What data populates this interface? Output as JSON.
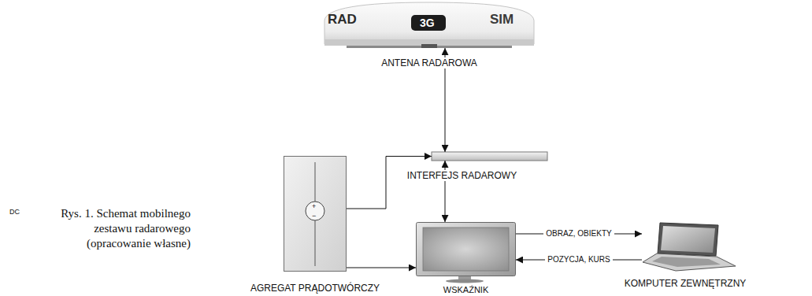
{
  "diagram": {
    "caption": "Rys. 1. Schemat mobilnego zestawu radarowego (opracowanie własne)",
    "nodes": [
      {
        "text": [
          "ANTENA RADAROWA"
        ]
      },
      {
        "text": [
          "INTERFEJS RADAROWY"
        ]
      },
      {
        "text": [
          "DC",
          "AGREGAT PRĄDOTWÓRCZY"
        ]
      },
      {
        "text": [
          "WSKAŹNIK"
        ]
      },
      {
        "text": [
          "KOMPUTER ZEWNĘTRZNY"
        ]
      }
    ],
    "edges": [
      {
        "from": 0,
        "to": 1,
        "arrow": "both"
      },
      {
        "from": 1,
        "to": 3,
        "arrow": "both"
      },
      {
        "from": 2,
        "to": 1,
        "arrow": "to"
      },
      {
        "from": 2,
        "to": 3,
        "arrow": "to"
      },
      {
        "from": 3,
        "to": 4,
        "label": "OBRAZ, OBIEKTY",
        "arrow": "to"
      },
      {
        "from": 4,
        "to": 3,
        "label": "POZYCJA, KURS",
        "arrow": "to"
      }
    ],
    "labels": [
      "RAD",
      "3G",
      "SIM",
      "+",
      "−"
    ]
  }
}
